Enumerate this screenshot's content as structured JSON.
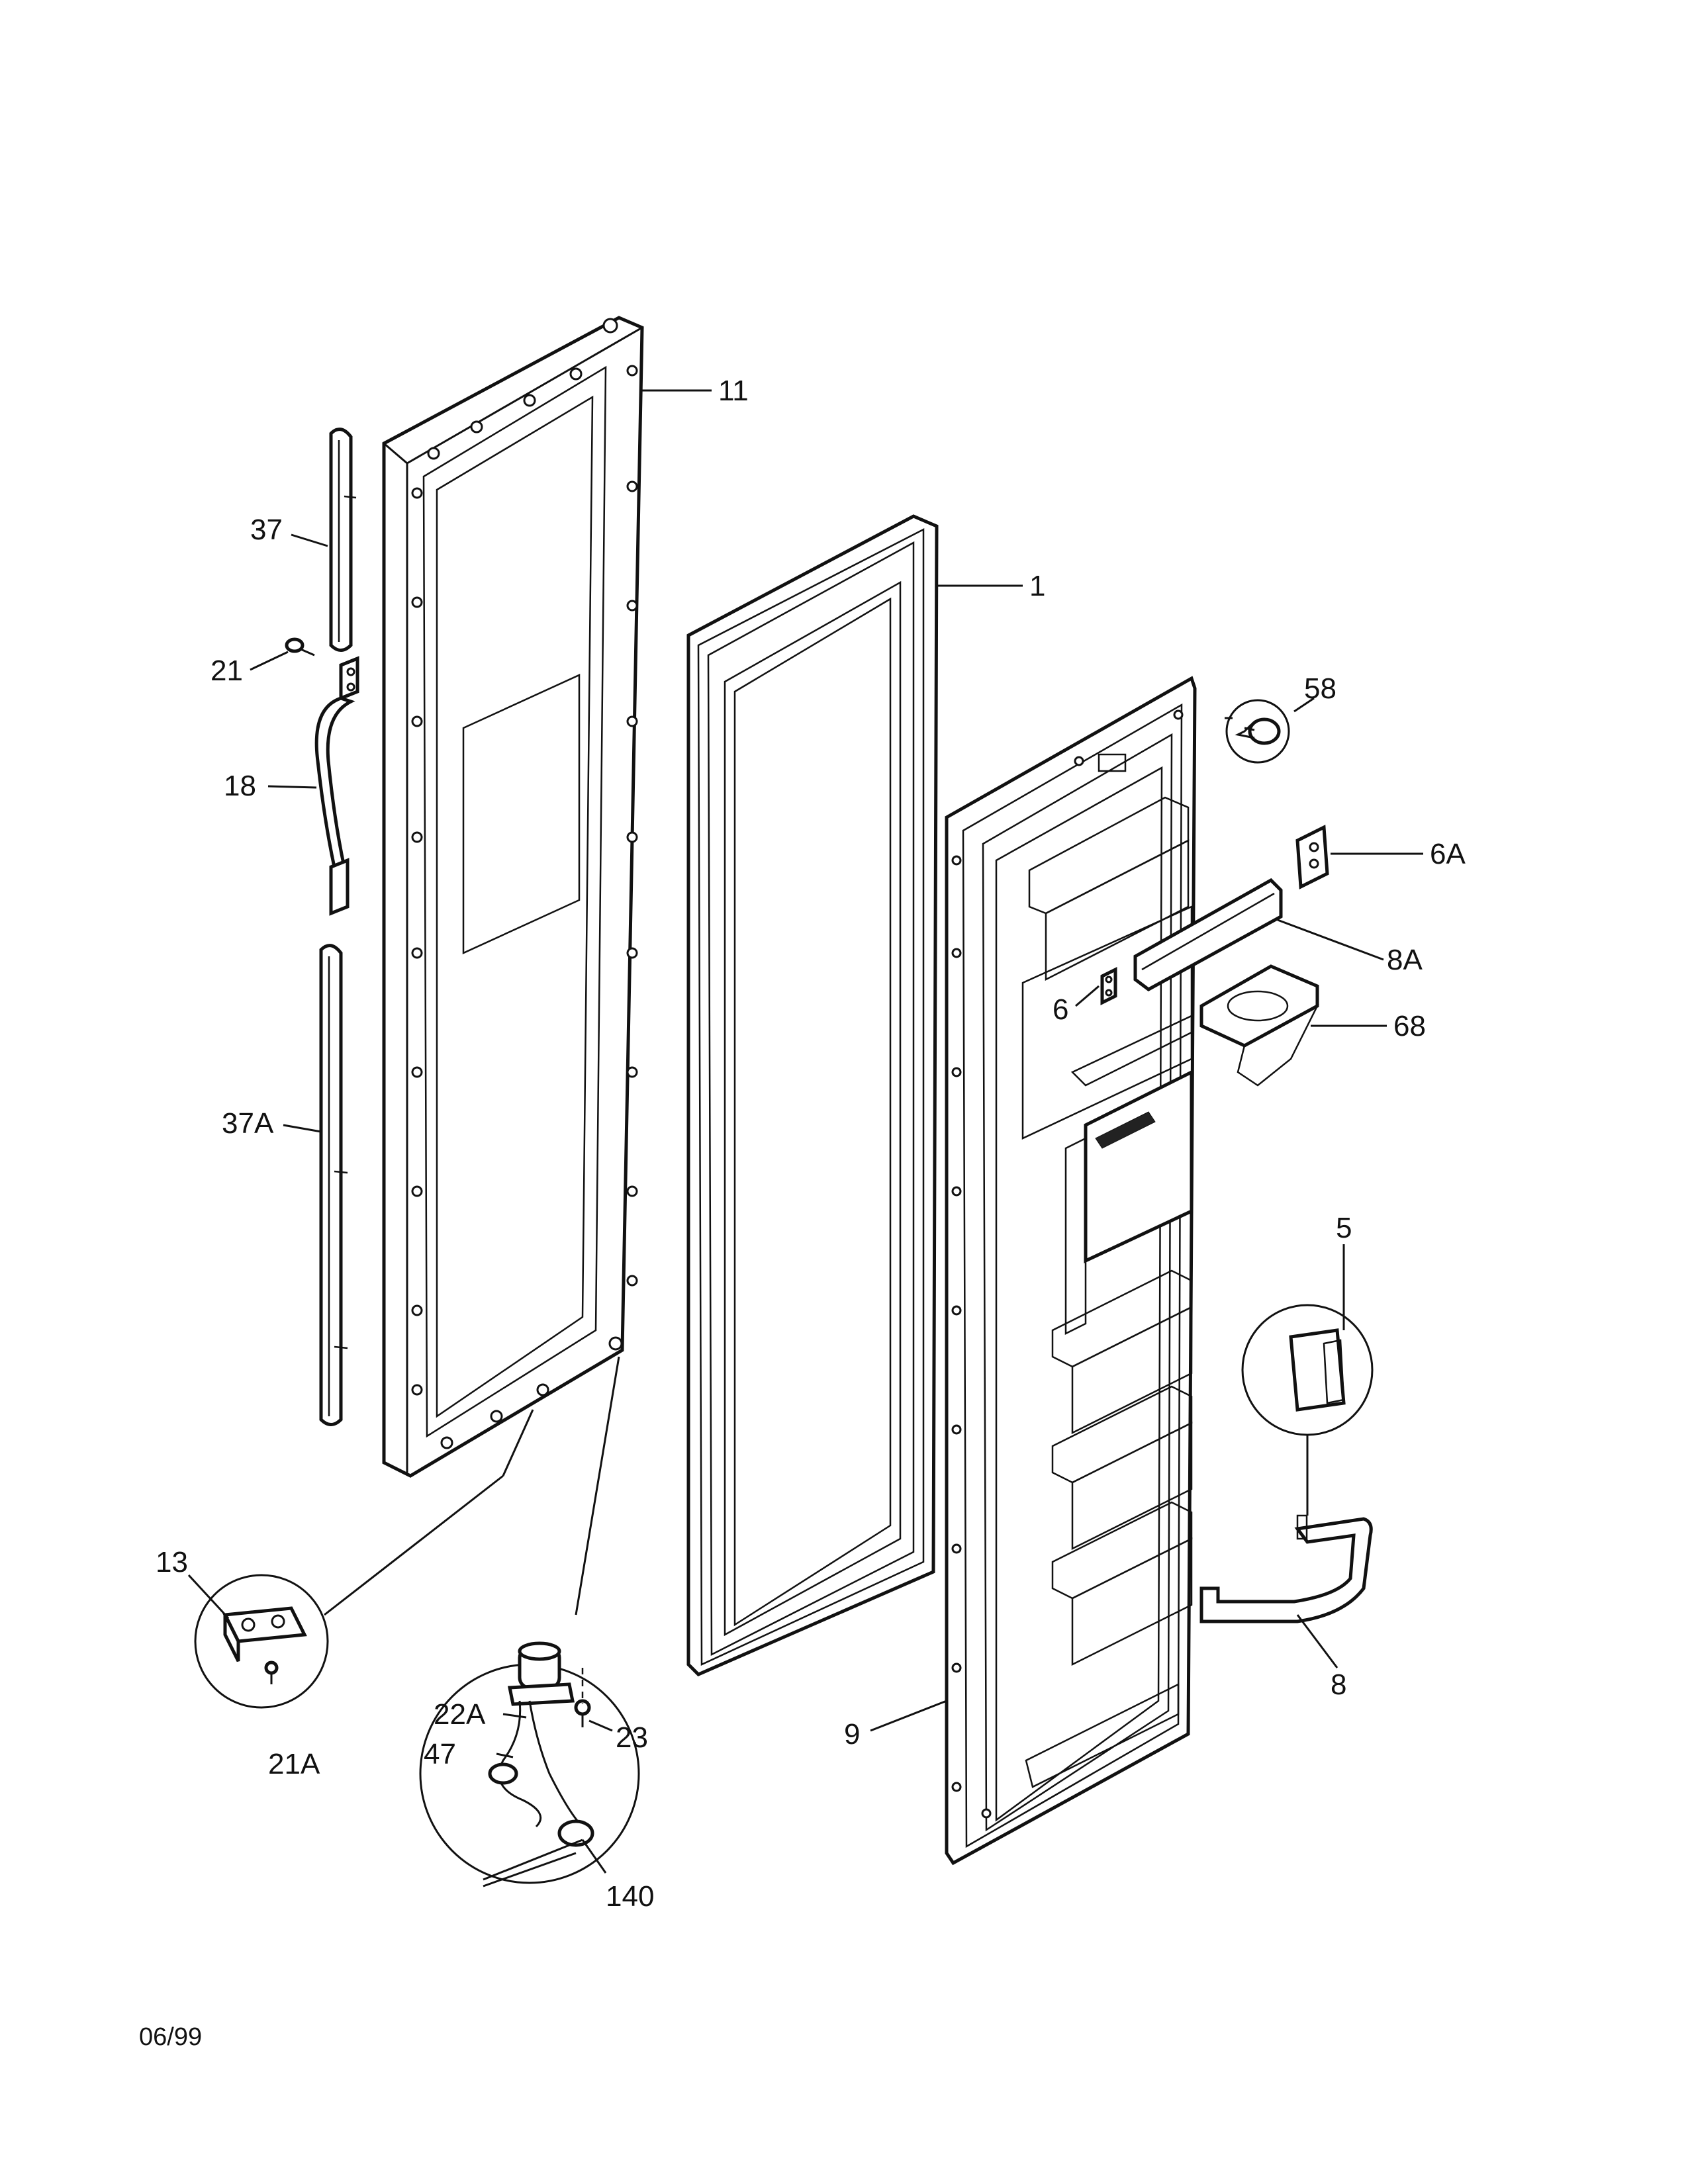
{
  "labels": {
    "p11": "11",
    "p1": "1",
    "p37": "37",
    "p21": "21",
    "p18": "18",
    "p37A": "37A",
    "p58": "58",
    "p6A": "6A",
    "p8A": "8A",
    "p6": "6",
    "p68": "68",
    "p5": "5",
    "p13": "13",
    "p21A": "21A",
    "p22A": "22A",
    "p23": "23",
    "p47": "47",
    "p140": "140",
    "p9": "9",
    "p8": "8"
  },
  "footer": {
    "date": "06/99"
  }
}
